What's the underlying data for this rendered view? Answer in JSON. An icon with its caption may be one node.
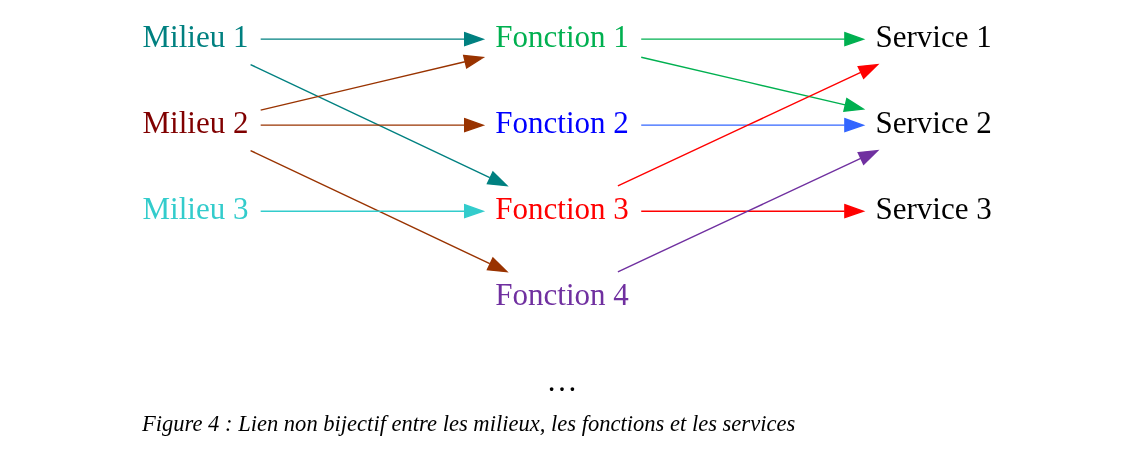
{
  "diagram": {
    "caption": "Figure 4 : Lien non bijectif entre les milieux, les fonctions et les services",
    "nodes": [
      {
        "text": [
          "Milieu 1"
        ]
      },
      {
        "text": [
          "Milieu 2"
        ]
      },
      {
        "text": [
          "Milieu 3"
        ]
      },
      {
        "text": [
          "Fonction 1"
        ]
      },
      {
        "text": [
          "Fonction 2"
        ]
      },
      {
        "text": [
          "Fonction 3"
        ]
      },
      {
        "text": [
          "Fonction 4"
        ]
      },
      {
        "text": [
          "Service 1"
        ]
      },
      {
        "text": [
          "Service 2"
        ]
      },
      {
        "text": [
          "Service 3"
        ]
      }
    ],
    "edges": [
      {
        "from": 0,
        "to": 3,
        "arrow": "to",
        "color": "#008080"
      },
      {
        "from": 0,
        "to": 5,
        "arrow": "to",
        "color": "#008080"
      },
      {
        "from": 1,
        "to": 3,
        "arrow": "to",
        "color": "#993300"
      },
      {
        "from": 1,
        "to": 4,
        "arrow": "to",
        "color": "#993300"
      },
      {
        "from": 1,
        "to": 6,
        "arrow": "to",
        "color": "#993300"
      },
      {
        "from": 2,
        "to": 5,
        "arrow": "to",
        "color": "#33cccc"
      },
      {
        "from": 3,
        "to": 7,
        "arrow": "to",
        "color": "#00b050"
      },
      {
        "from": 3,
        "to": 8,
        "arrow": "to",
        "color": "#00b050"
      },
      {
        "from": 4,
        "to": 8,
        "arrow": "to",
        "color": "#3366ff"
      },
      {
        "from": 5,
        "to": 7,
        "arrow": "to",
        "color": "#ff0000"
      },
      {
        "from": 5,
        "to": 9,
        "arrow": "to",
        "color": "#ff0000"
      },
      {
        "from": 6,
        "to": 8,
        "arrow": "to",
        "color": "#7030a0"
      }
    ],
    "labels": [
      "…"
    ]
  }
}
